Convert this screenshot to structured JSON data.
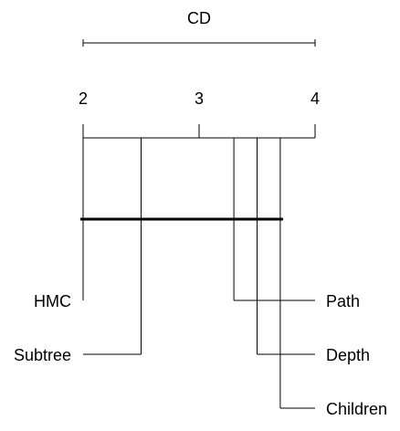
{
  "chart_data": {
    "type": "critical-difference",
    "cd_label": "CD",
    "cd_value": 2,
    "axis": {
      "min": 2,
      "max": 4,
      "ticks": [
        2,
        3,
        4
      ],
      "tick_labels": [
        "2",
        "3",
        "4"
      ]
    },
    "methods": [
      {
        "name": "HMC",
        "rank": 2.0,
        "side": "left"
      },
      {
        "name": "Subtree",
        "rank": 2.5,
        "side": "left"
      },
      {
        "name": "Path",
        "rank": 3.3,
        "side": "right"
      },
      {
        "name": "Depth",
        "rank": 3.5,
        "side": "right"
      },
      {
        "name": "Children",
        "rank": 3.7,
        "side": "right"
      }
    ],
    "cliques": [
      {
        "from": 2.0,
        "to": 3.7
      }
    ]
  }
}
